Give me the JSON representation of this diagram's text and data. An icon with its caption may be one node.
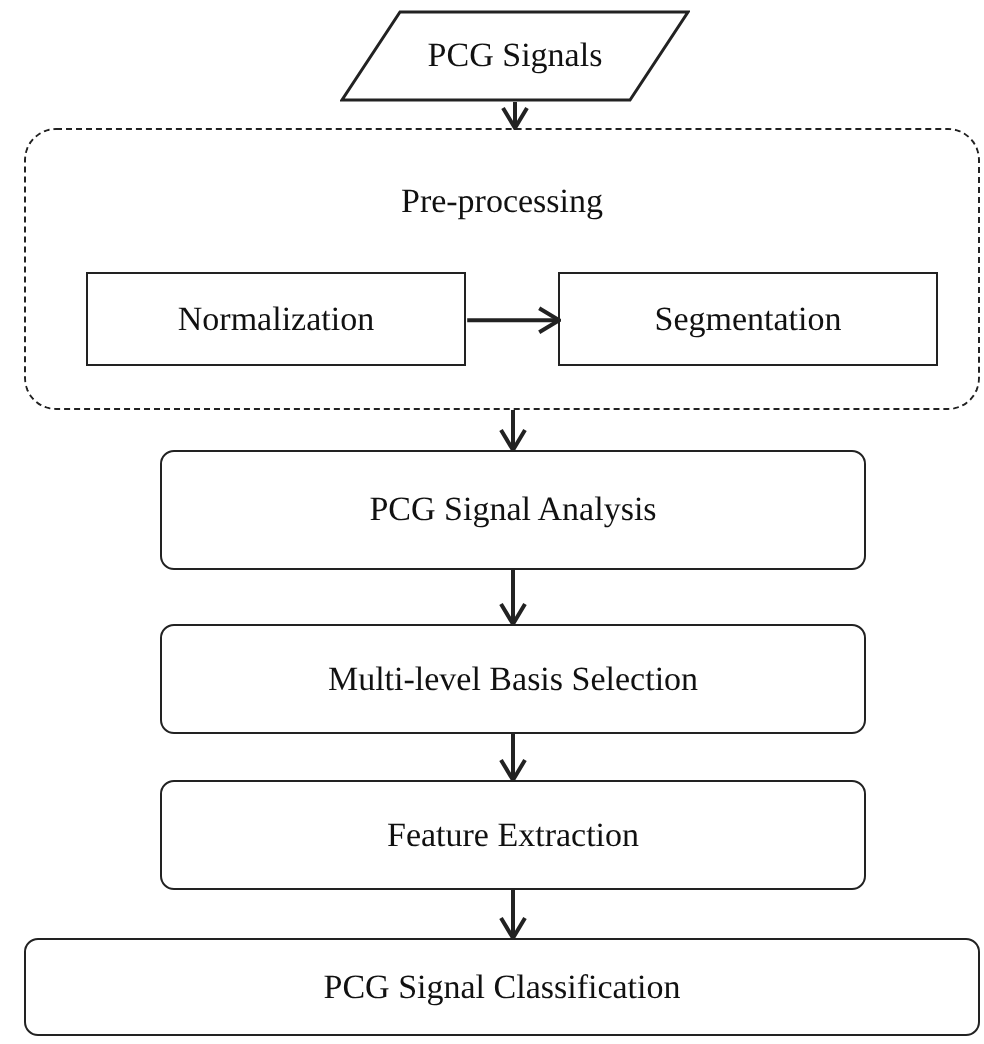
{
  "diagram": {
    "nodes": [
      {
        "text": [
          "PCG Signals"
        ]
      },
      {
        "text": [
          "Pre-processing"
        ]
      },
      {
        "text": [
          "Normalization"
        ],
        "in": 1
      },
      {
        "text": [
          "Segmentation"
        ],
        "in": 1
      },
      {
        "text": [
          "PCG Signal Analysis"
        ]
      },
      {
        "text": [
          "Multi-level Basis Selection"
        ]
      },
      {
        "text": [
          "Feature Extraction"
        ]
      },
      {
        "text": [
          "PCG Signal Classification"
        ]
      }
    ],
    "edges": [
      {
        "from": 0,
        "to": 1,
        "arrow": "to"
      },
      {
        "from": 2,
        "to": 3,
        "arrow": "to"
      },
      {
        "from": 1,
        "to": 4,
        "arrow": "to"
      },
      {
        "from": 4,
        "to": 5,
        "arrow": "to"
      },
      {
        "from": 5,
        "to": 6,
        "arrow": "to"
      },
      {
        "from": 6,
        "to": 7,
        "arrow": "to"
      }
    ]
  }
}
